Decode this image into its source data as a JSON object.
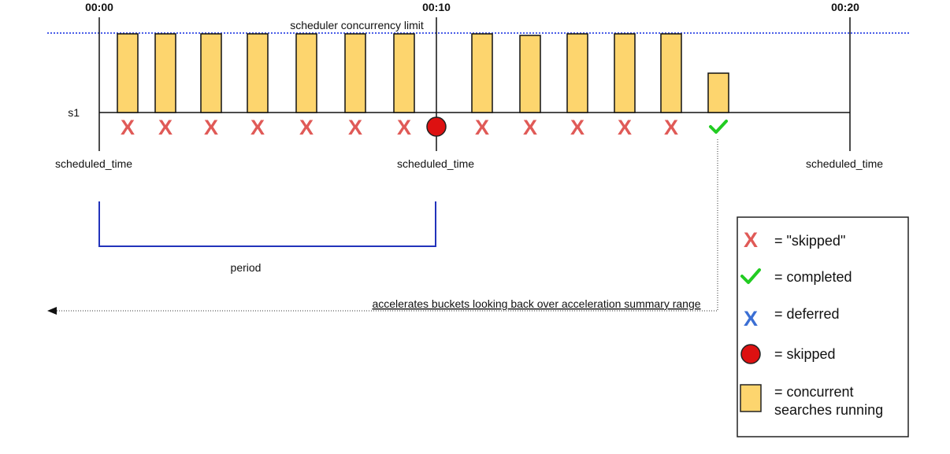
{
  "timeline": {
    "time_labels": [
      "00:00",
      "00:10",
      "00:20"
    ],
    "concurrency_label": "scheduler concurrency limit",
    "row_label": "s1",
    "scheduled_time_label": "scheduled_time",
    "period_label": "period",
    "accelerate_label": "accelerates buckets looking back over acceleration summary range"
  },
  "diagram": {
    "slots": [
      {
        "bar_fill": 1.0,
        "status": "skipped-x"
      },
      {
        "bar_fill": 1.0,
        "status": "skipped-x"
      },
      {
        "bar_fill": 1.0,
        "status": "skipped-x"
      },
      {
        "bar_fill": 1.0,
        "status": "skipped-x"
      },
      {
        "bar_fill": 1.0,
        "status": "skipped-x"
      },
      {
        "bar_fill": 1.0,
        "status": "skipped-x"
      },
      {
        "bar_fill": 1.0,
        "status": "skipped-x"
      },
      {
        "bar_fill": 0,
        "status": "skipped-dot"
      },
      {
        "bar_fill": 1.0,
        "status": "skipped-x"
      },
      {
        "bar_fill": 0.98,
        "status": "skipped-x"
      },
      {
        "bar_fill": 1.0,
        "status": "skipped-x"
      },
      {
        "bar_fill": 1.0,
        "status": "skipped-x"
      },
      {
        "bar_fill": 1.0,
        "status": "skipped-x"
      },
      {
        "bar_fill": 0.5,
        "status": "completed"
      }
    ]
  },
  "legend": {
    "skipped_x": "= \"skipped\"",
    "completed": "= completed",
    "deferred": "= deferred",
    "skipped_dot": "= skipped",
    "concurrent_line1": "= concurrent",
    "concurrent_line2": "searches running"
  },
  "colors": {
    "bar_fill": "#fdd56e",
    "bar_stroke": "#111111",
    "x_red": "#e05a57",
    "check_green": "#22cc22",
    "deferred_blue": "#3b6fd4",
    "dot_red": "#dd1111",
    "limit_line": "#4a5ee8",
    "period_bracket": "#2233bb"
  }
}
